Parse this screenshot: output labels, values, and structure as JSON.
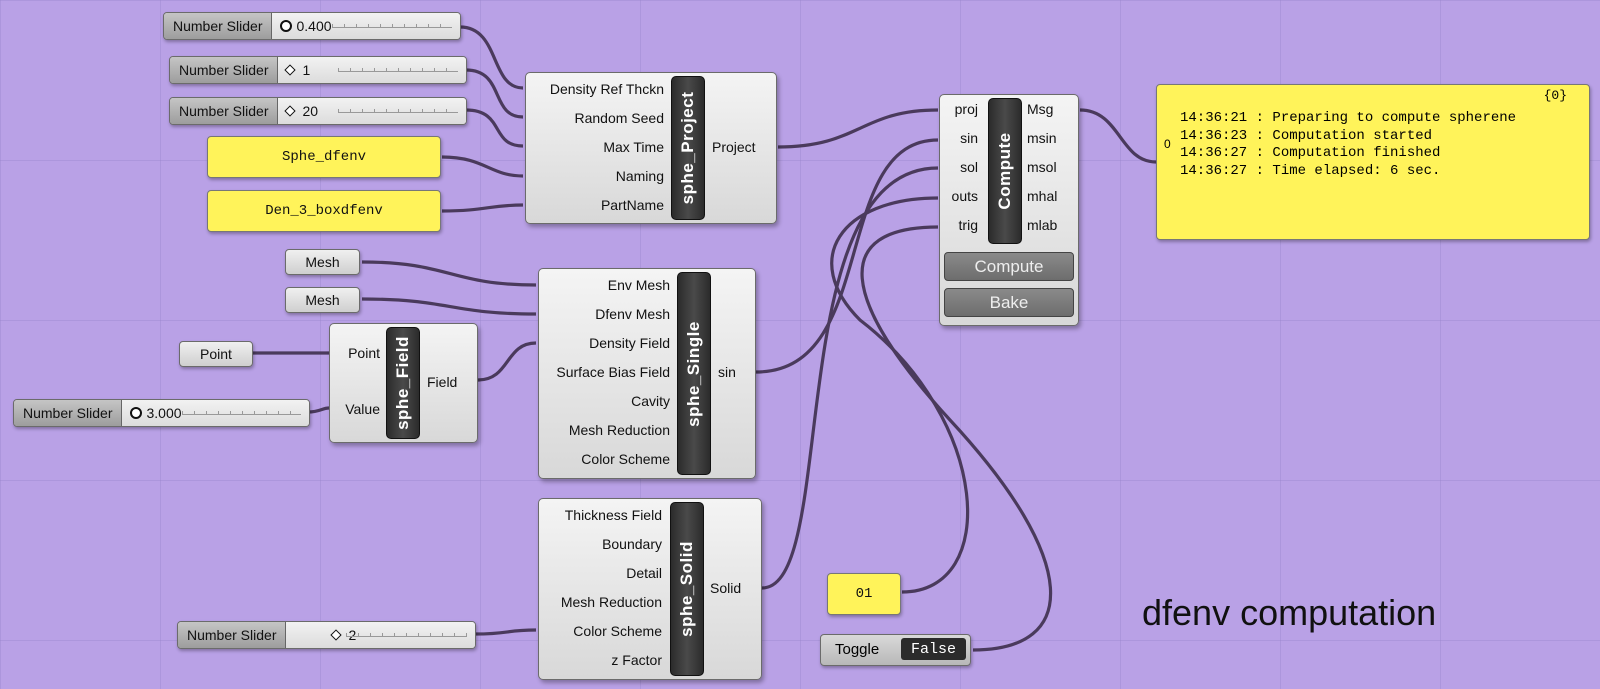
{
  "sliders": [
    {
      "label": "Number Slider",
      "value": "0.400",
      "grip": "circle"
    },
    {
      "label": "Number Slider",
      "value": "1",
      "grip": "diamond"
    },
    {
      "label": "Number Slider",
      "value": "20",
      "grip": "diamond"
    },
    {
      "label": "Number Slider",
      "value": "3.000",
      "grip": "circle"
    },
    {
      "label": "Number Slider",
      "value": "2",
      "grip": "diamond"
    }
  ],
  "text_panels": {
    "sphe_dfenv": "Sphe_dfenv",
    "den_box": "Den_3_boxdfenv",
    "zero_one": "01"
  },
  "params": {
    "mesh1": "Mesh",
    "mesh2": "Mesh",
    "point": "Point"
  },
  "project": {
    "name": "sphe_Project",
    "inputs": [
      "Density Ref Thckn",
      "Random Seed",
      "Max Time",
      "Naming",
      "PartName"
    ],
    "output": "Project"
  },
  "field": {
    "name": "sphe_Field",
    "inputs": [
      "Point",
      "Value"
    ],
    "output": "Field"
  },
  "single": {
    "name": "sphe_Single",
    "inputs": [
      "Env Mesh",
      "Dfenv Mesh",
      "Density Field",
      "Surface Bias Field",
      "Cavity",
      "Mesh Reduction",
      "Color Scheme"
    ],
    "output": "sin"
  },
  "solid": {
    "name": "sphe_Solid",
    "inputs": [
      "Thickness Field",
      "Boundary",
      "Detail",
      "Mesh Reduction",
      "Color Scheme",
      "z Factor"
    ],
    "output": "Solid"
  },
  "compute": {
    "name": "Compute",
    "inputs": [
      "proj",
      "sin",
      "sol",
      "outs",
      "trig"
    ],
    "outputs": [
      "Msg",
      "msin",
      "msol",
      "mhal",
      "mlab"
    ],
    "button_compute": "Compute",
    "button_bake": "Bake"
  },
  "output_panel": {
    "path": "{0}",
    "index": "0",
    "lines": [
      "14:36:21 : Preparing to compute spherene",
      "14:36:23 : Computation started",
      "14:36:27 : Computation finished",
      "14:36:27 : Time elapsed: 6 sec."
    ]
  },
  "toggle": {
    "label": "Toggle",
    "value": "False"
  },
  "caption": "dfenv computation",
  "colors": {
    "canvas": "#b9a1e6",
    "panel": "#fff35a",
    "wire": "#4a3a5c"
  }
}
